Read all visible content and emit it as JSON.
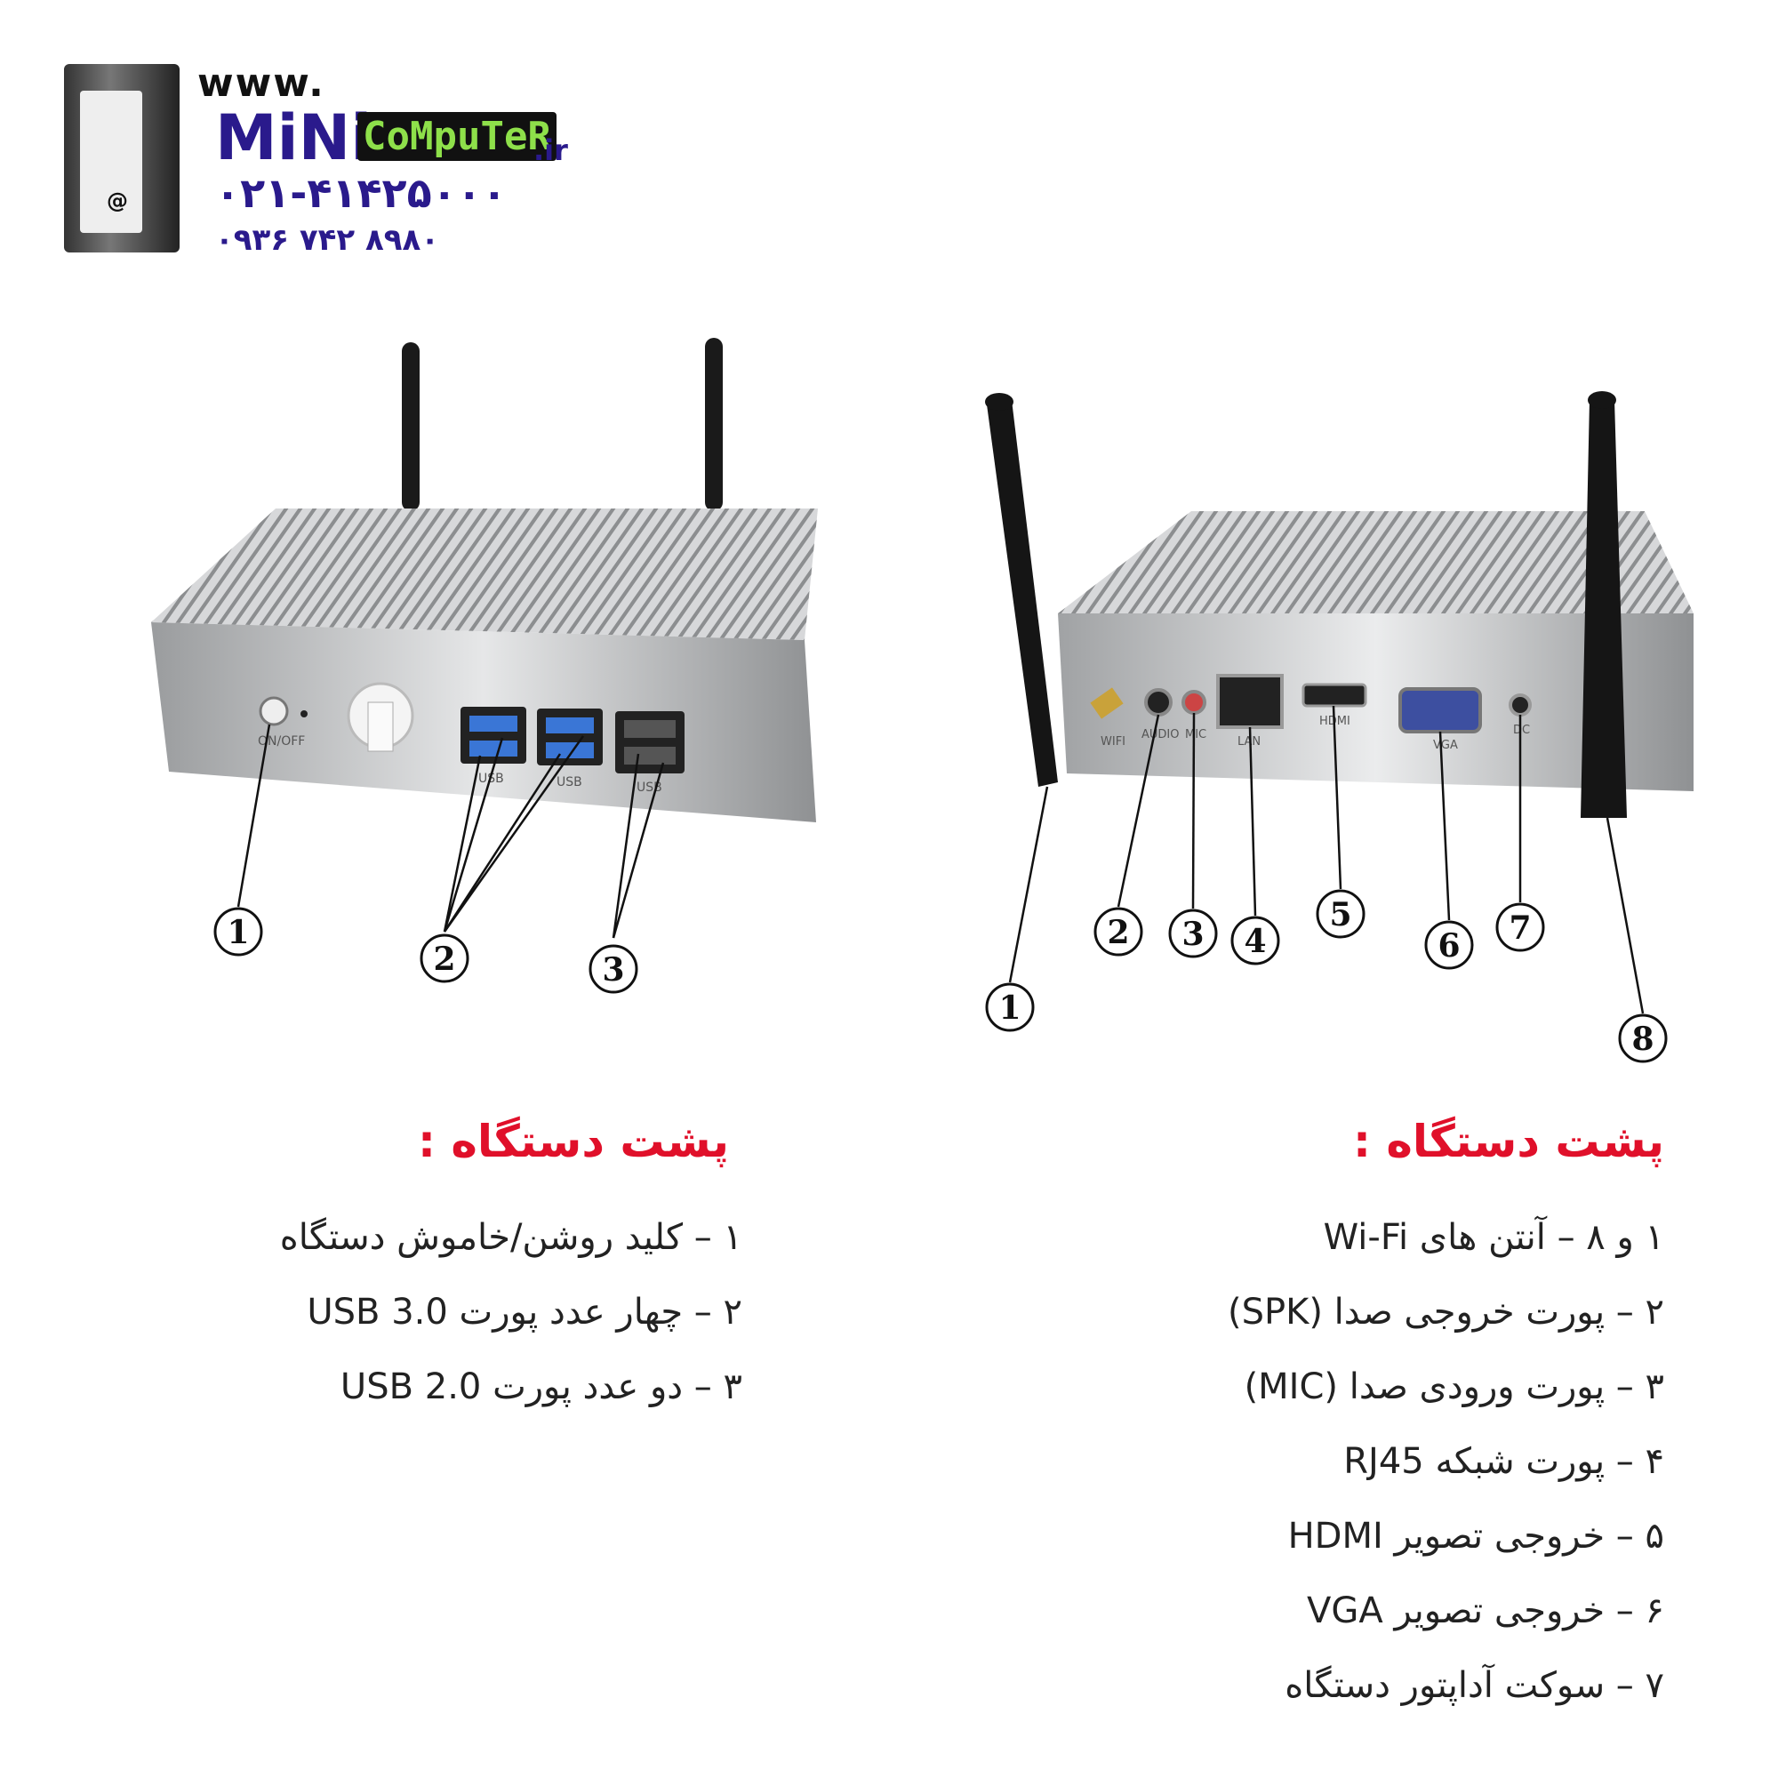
{
  "logo": {
    "www": "www.",
    "mini": "MiNi",
    "computer": "CoMpuTeR",
    "tld": ".ir",
    "phone_main": "۰۲۱-۴۱۴۲۵۰۰۰",
    "phone_mobile": "۰۹۳۶ ۷۴۲ ۸۹۸۰"
  },
  "left_device": {
    "labels": {
      "power": "ON/OFF",
      "usb1": "USB",
      "usb2": "USB",
      "usb3": "USB"
    },
    "callouts": [
      "1",
      "2",
      "3"
    ],
    "heading": "پشت دستگاه :",
    "items": [
      "۱ – کلید روشن/خاموش دستگاه",
      "۲ – چهار عدد پورت USB 3.0",
      "۳ – دو عدد پورت USB 2.0"
    ]
  },
  "right_device": {
    "labels": {
      "wifi": "WIFI",
      "audio": "AUDIO",
      "mic": "MIC",
      "lan": "LAN",
      "hdmi": "HDMI",
      "vga": "VGA",
      "dc": "DC"
    },
    "callouts": [
      "1",
      "2",
      "3",
      "4",
      "5",
      "6",
      "7",
      "8"
    ],
    "heading": "پشت دستگاه :",
    "items": [
      "۱ و ۸ – آنتن های Wi-Fi",
      "۲ – پورت خروجی صدا (SPK)",
      "۳ – پورت ورودی صدا (MIC)",
      "۴ – پورت شبکه RJ45",
      "۵ – خروجی تصویر HDMI",
      "۶ –  خروجی تصویر VGA",
      "۷ – سوکت آداپتور دستگاه"
    ]
  },
  "colors": {
    "heading": "#e0102a",
    "brand": "#2a1a8c",
    "accent": "#8ee04a",
    "case": "#c9cbcd"
  }
}
